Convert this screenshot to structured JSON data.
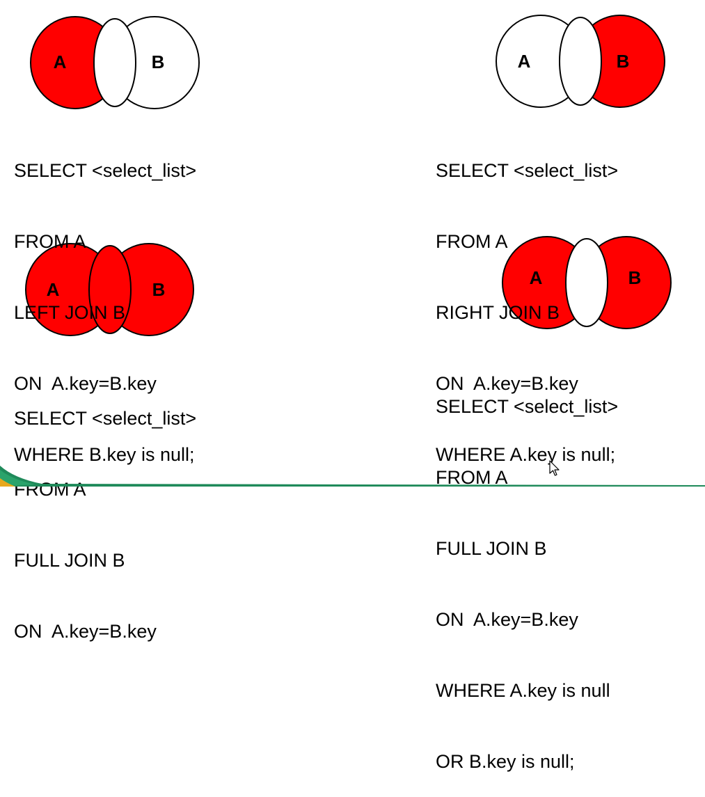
{
  "colors": {
    "highlight": "#ff0000",
    "outline": "#000000",
    "empty": "#ffffff"
  },
  "diagrams": [
    {
      "id": "left-join-exclusive",
      "label_a": "A",
      "label_b": "B",
      "shaded": "a-only",
      "sql": [
        "SELECT <select_list>",
        "FROM A",
        "LEFT JOIN B",
        "ON  A.key=B.key",
        "WHERE B.key is null;"
      ]
    },
    {
      "id": "right-join-exclusive",
      "label_a": "A",
      "label_b": "B",
      "shaded": "b-only",
      "sql": [
        "SELECT <select_list>",
        "FROM A",
        "RIGHT JOIN B",
        "ON  A.key=B.key",
        "WHERE A.key is null;"
      ]
    },
    {
      "id": "full-join",
      "label_a": "A",
      "label_b": "B",
      "shaded": "all",
      "sql": [
        "SELECT <select_list>",
        "FROM A",
        "FULL JOIN B",
        "ON  A.key=B.key"
      ]
    },
    {
      "id": "full-join-exclusive",
      "label_a": "A",
      "label_b": "B",
      "shaded": "outer-only",
      "sql": [
        "SELECT <select_list>",
        "FROM A",
        "FULL JOIN B",
        "ON  A.key=B.key",
        "WHERE A.key is null",
        "OR B.key is null;"
      ]
    }
  ]
}
